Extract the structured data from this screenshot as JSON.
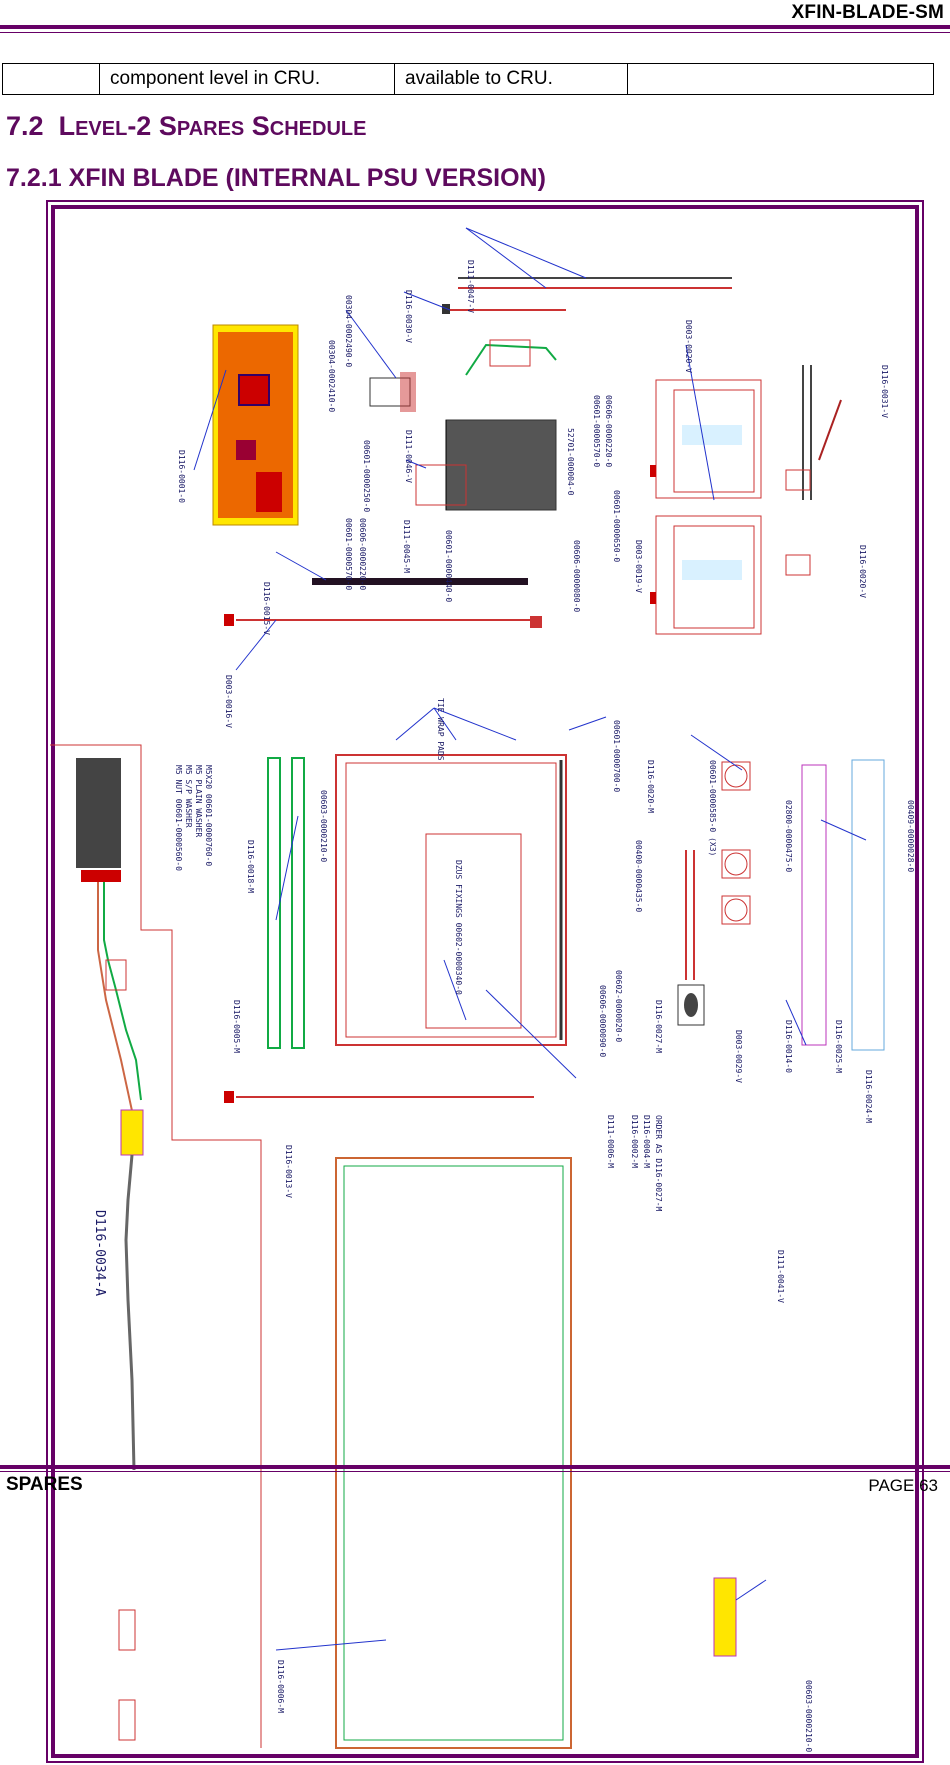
{
  "header": {
    "doc_code": "XFIN-BLADE-SM"
  },
  "table": {
    "rows": [
      [
        "",
        "component level in CRU.",
        "available to CRU.",
        ""
      ]
    ]
  },
  "section": {
    "number": "7.2",
    "title_parts": [
      "L",
      "EVEL",
      "-2 S",
      "PARES",
      " S",
      "CHEDULE"
    ]
  },
  "subsection": {
    "number": "7.2.1",
    "title": "XFIN BLADE (INTERNAL PSU VERSION)"
  },
  "drawing": {
    "part_labels": [
      "D111-0047-V",
      "D116-0030-V",
      "00304-0002490-0",
      "00304-0002410-0",
      "D116-0001-0",
      "D111-0046-V",
      "00601-0000250-0",
      "00601-0000570-0",
      "00606-0000220-0",
      "D111-0045-M",
      "00601-0000440-0",
      "00606-0000080-0",
      "52701-000004-0",
      "00601-0000570-0",
      "00606-0000220-0",
      "00601-0000650-0",
      "D003-0020-V",
      "D003-0019-V",
      "D116-0031-V",
      "D116-0020-V",
      "D116-0015-V",
      "D003-0016-V",
      "TIE WRAP PADS",
      "00601-0000700-0",
      "D116-0020-M",
      "M5 NUT 00601-0000560-0",
      "M5 S/P WASHER",
      "M5 PLAIN WASHER",
      "M5X20 00601-0000760-0",
      "00603-0000210-0",
      "D116-0018-M",
      "D116-0005-M",
      "DZUS FIXINGS 00602-0000340-0",
      "00601-0000585-0 (X3)",
      "02800-0000475-0",
      "00409-0000028-0",
      "00400-0000435-0",
      "00606-0000090-0",
      "00602-0000020-0",
      "D116-0027-M",
      "D003-0029-V",
      "D116-0034-A",
      "D111-0006-M",
      "D116-0002-M",
      "D116-0004-M",
      "ORDER AS D116-0027-M",
      "D116-0014-0",
      "D116-0025-M",
      "D116-0024-M",
      "D116-0013-V",
      "D116-0006-M",
      "D111-0041-V",
      "00603-0000210-0"
    ]
  },
  "footer": {
    "section_name": "SPARES",
    "page": "PAGE 63"
  },
  "colors": {
    "accent": "#660066",
    "heading": "#5e0a5e",
    "leader": "#2233cc",
    "part_red": "#cc1111",
    "pcb_red": "#dd0000",
    "cable_green": "#11aa44"
  }
}
